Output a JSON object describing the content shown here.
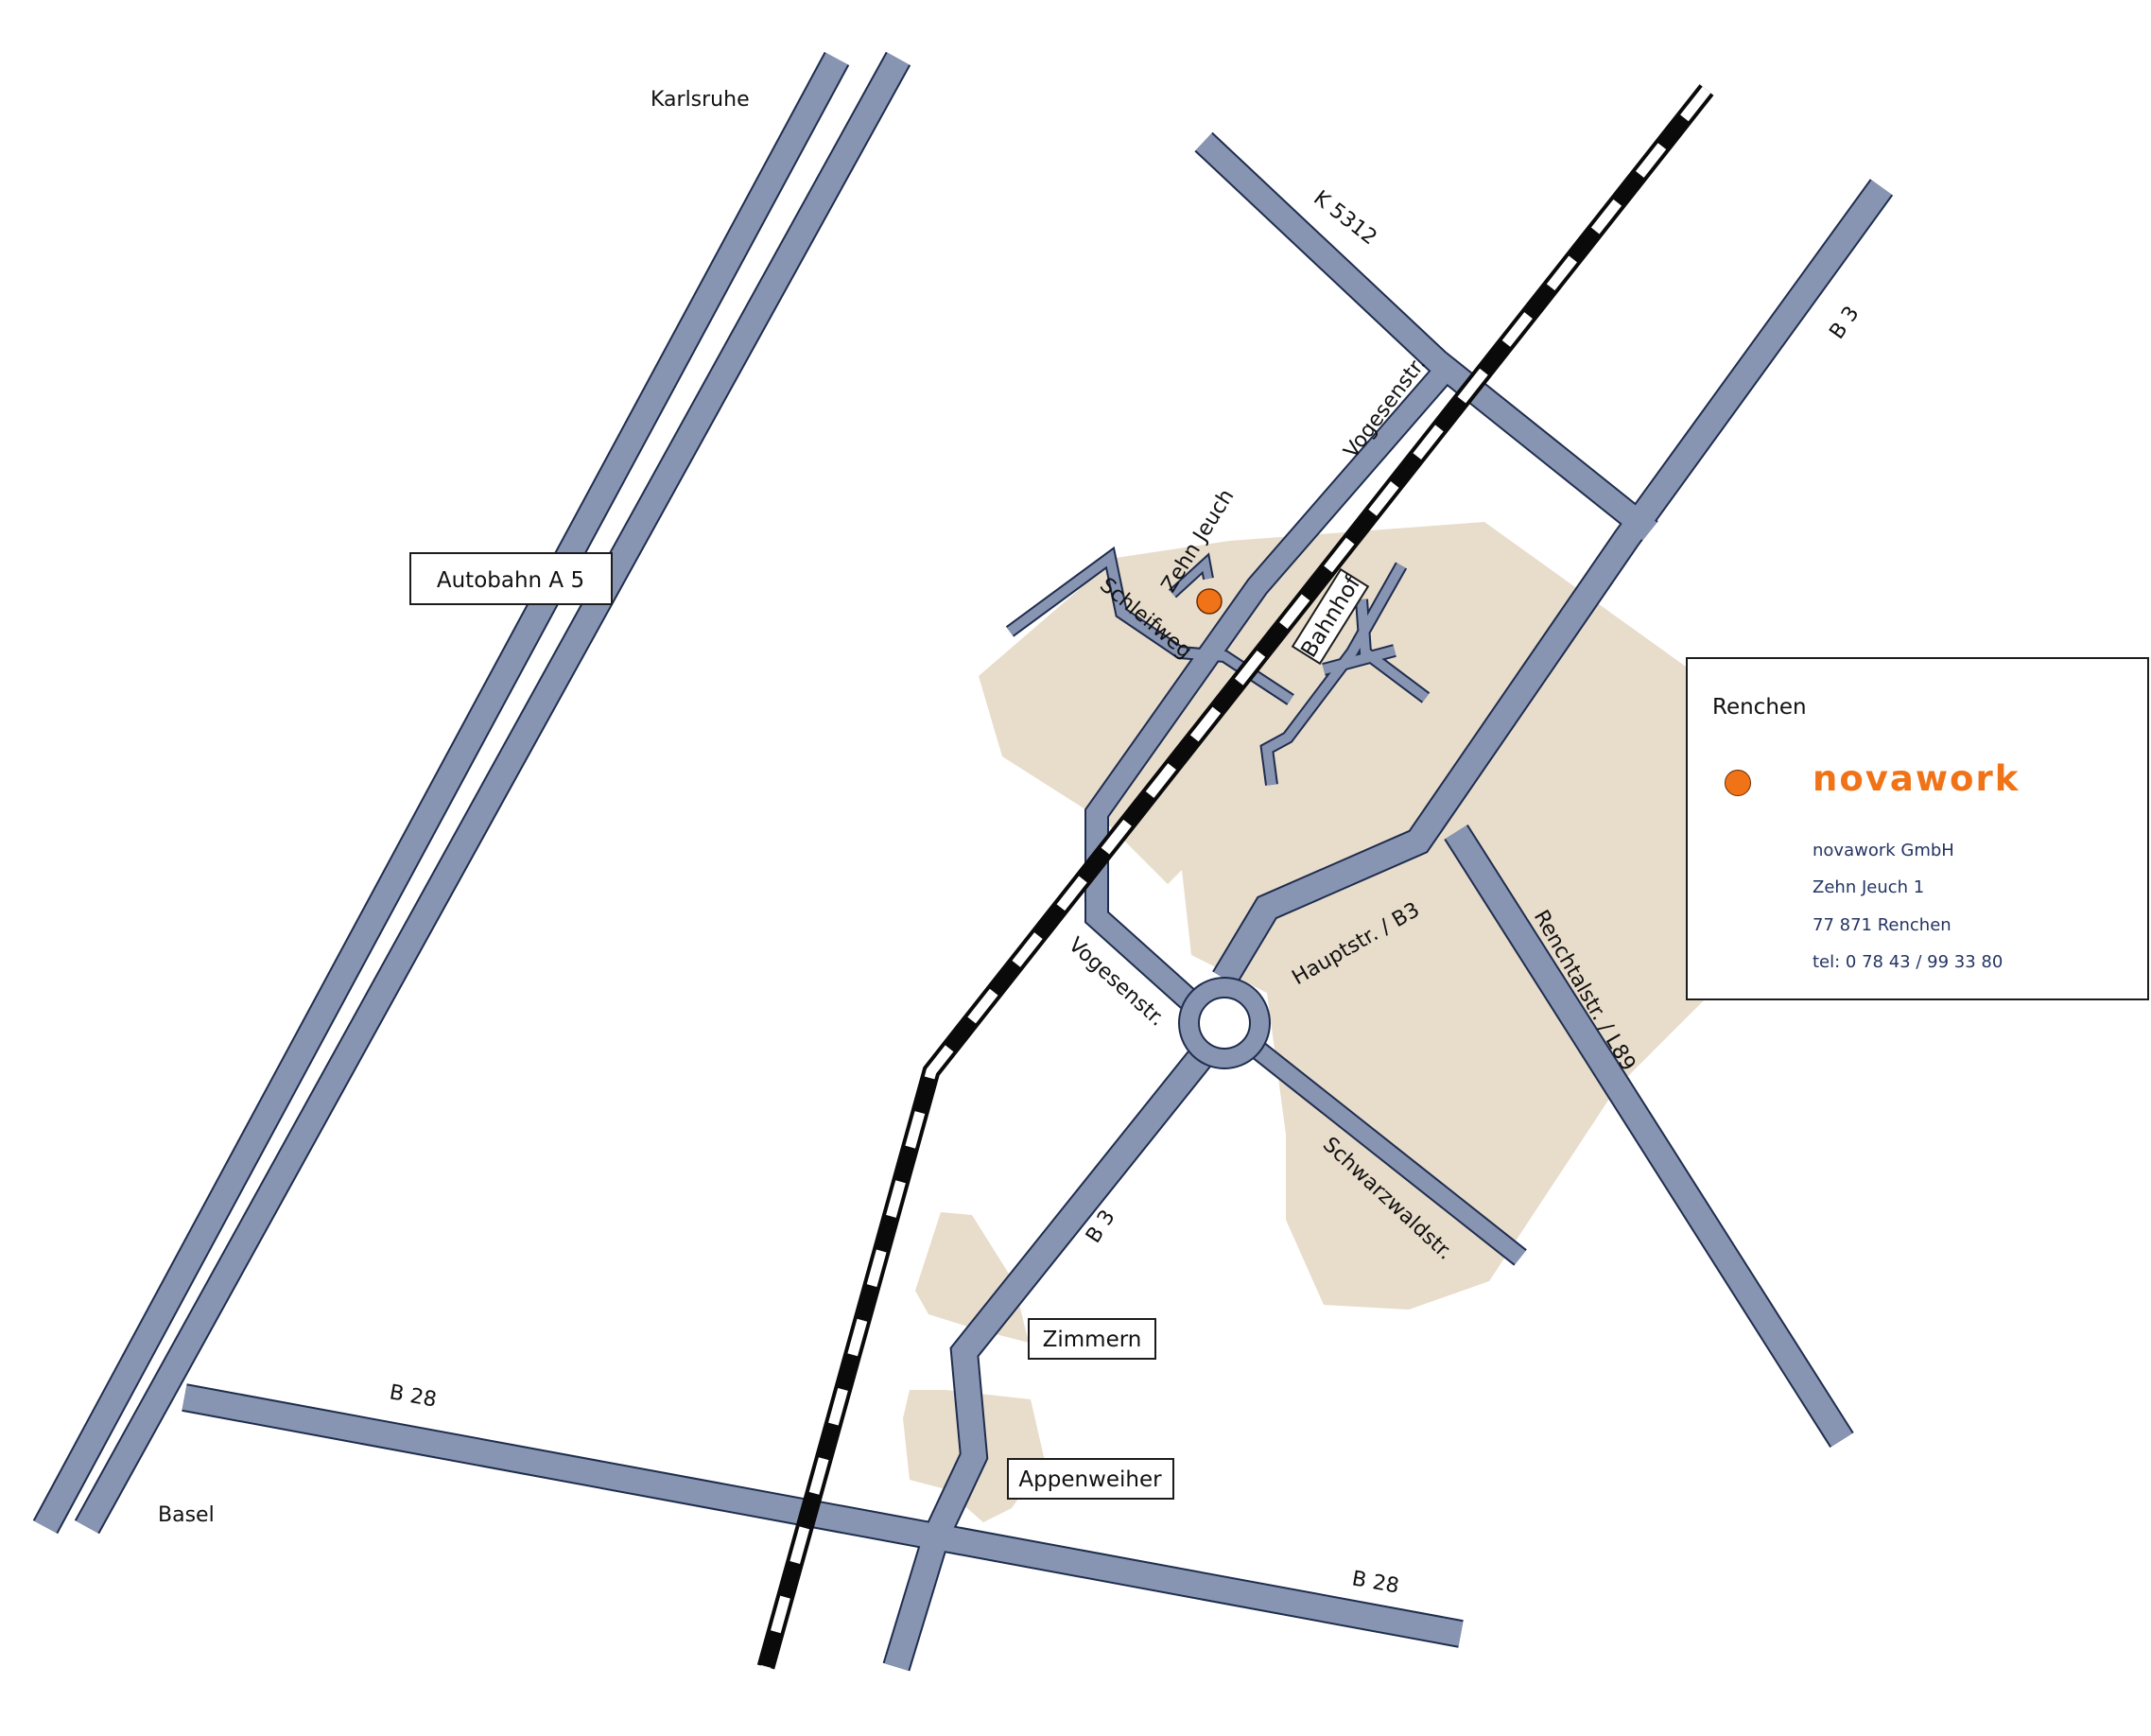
{
  "colors": {
    "road": "#8794b2",
    "road_outline": "#1f2d4e",
    "town_area": "#e8dccb",
    "marker": "#f07317",
    "brand": "#f07317",
    "info_text": "#243463"
  },
  "places": {
    "karlsruhe": "Karlsruhe",
    "basel": "Basel"
  },
  "roads": {
    "k5312": "K 5312",
    "b3_top": "B 3",
    "b3_south": "B 3",
    "b28_west": "B 28",
    "b28_east": "B 28",
    "vogesenstr_north": "Vogesenstr.",
    "vogesenstr_south": "Vogesenstr.",
    "zehn_jeuch": "Zehn Jeuch",
    "schleifweg": "Schleifweg",
    "hauptstr": "Hauptstr. / B3",
    "renchtalstr": "Renchtalstr. / L89",
    "schwarzwaldstr": "Schwarzwaldstr."
  },
  "boxes": {
    "autobahn": "Autobahn A 5",
    "bahnhof": "Bahnhof",
    "zimmern": "Zimmern",
    "appenweiher": "Appenweiher"
  },
  "legend": {
    "title": "Renchen",
    "marker_icon": "location-dot-icon",
    "brand": "novawork",
    "company": "novawork GmbH",
    "street": "Zehn Jeuch 1",
    "city": "77 871 Renchen",
    "phone": "tel: 0 78 43 / 99 33 80"
  }
}
